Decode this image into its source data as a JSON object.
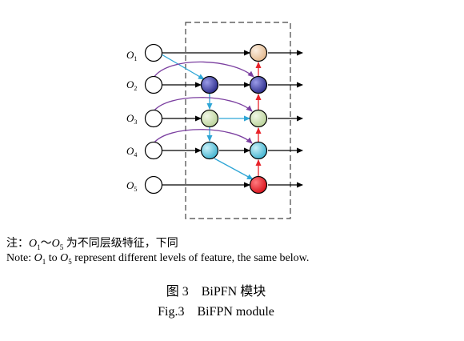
{
  "inputs": [
    {
      "base": "O",
      "sub": "1"
    },
    {
      "base": "O",
      "sub": "2"
    },
    {
      "base": "O",
      "sub": "3"
    },
    {
      "base": "O",
      "sub": "4"
    },
    {
      "base": "O",
      "sub": "5"
    }
  ],
  "colors": {
    "o1_out": "#e8c7a4",
    "o2_node": "#4a4bb0",
    "o3_node": "#cfe0b4",
    "o4_node": "#6ecbe0",
    "o5_out": "#e8232a",
    "arrow_black": "#000000",
    "arrow_blue": "#2fa6d6",
    "arrow_red": "#e8232a",
    "arrow_purple": "#7b3fa0",
    "dashed_box": "#444444"
  },
  "note_cn": {
    "prefix": "注：",
    "from_base": "O",
    "from_sub": "1",
    "tilde": "～",
    "to_base": "O",
    "to_sub": "5",
    "suffix": " 为不同层级特征，下同"
  },
  "note_en": {
    "prefix": "Note: ",
    "from_base": "O",
    "from_sub": "1",
    "middle": " to ",
    "to_base": "O",
    "to_sub": "5",
    "suffix": " represent different levels of feature, the same below."
  },
  "caption_cn": "图 3    BiPFN 模块",
  "caption_en": "Fig.3    BiFPN module"
}
